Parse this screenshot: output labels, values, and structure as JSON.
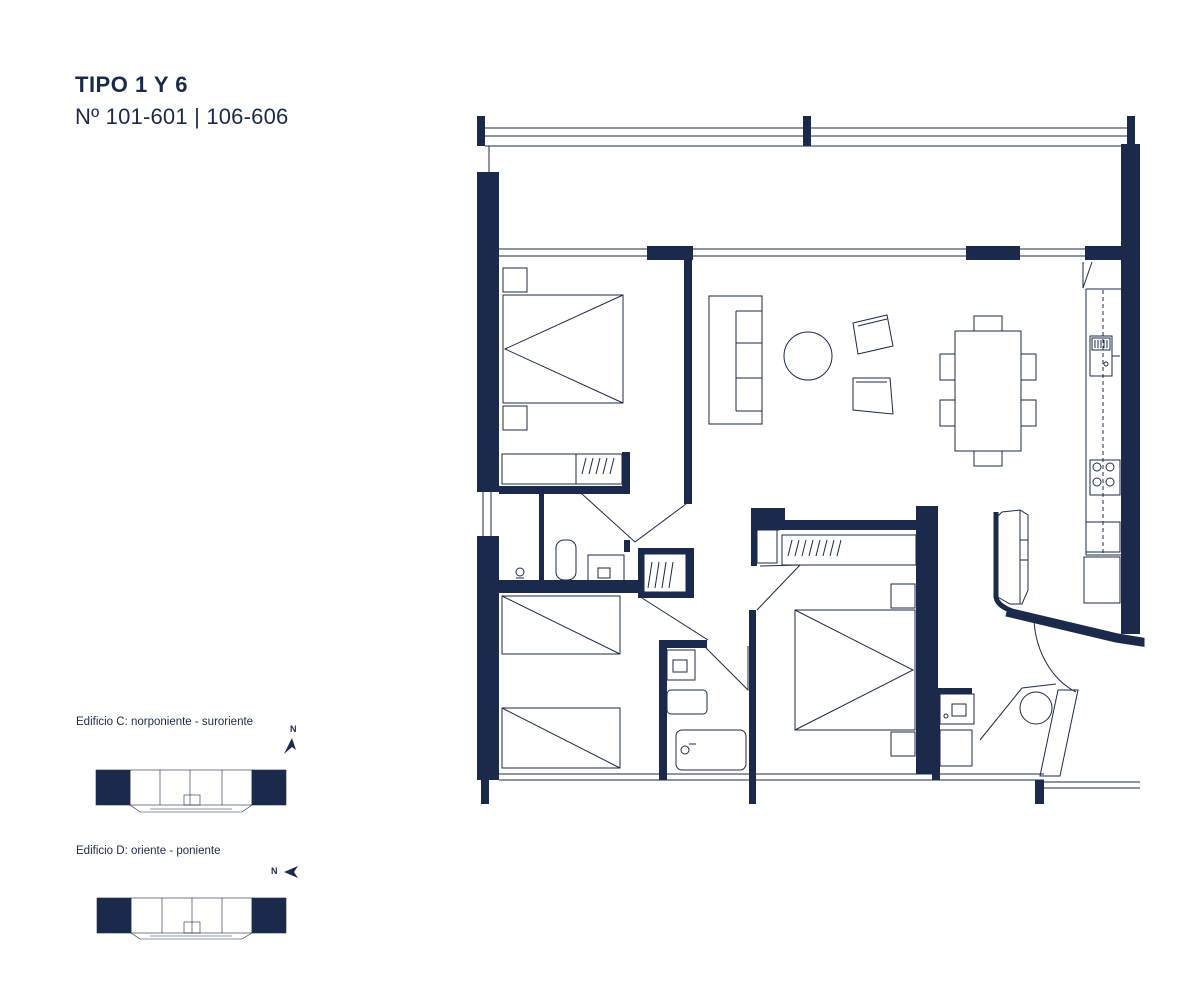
{
  "header": {
    "title": "TIPO 1 Y 6",
    "units": "Nº 101-601 | 106-606"
  },
  "buildings": [
    {
      "label": "Edificio C: norponiente - suroriente",
      "north_label": "N"
    },
    {
      "label": "Edificio D: oriente - poniente",
      "north_label": "N"
    }
  ],
  "colors": {
    "ink": "#1b2a4a",
    "background": "#ffffff"
  },
  "icons": [
    "north-arrow-icon",
    "north-arrow-icon"
  ]
}
